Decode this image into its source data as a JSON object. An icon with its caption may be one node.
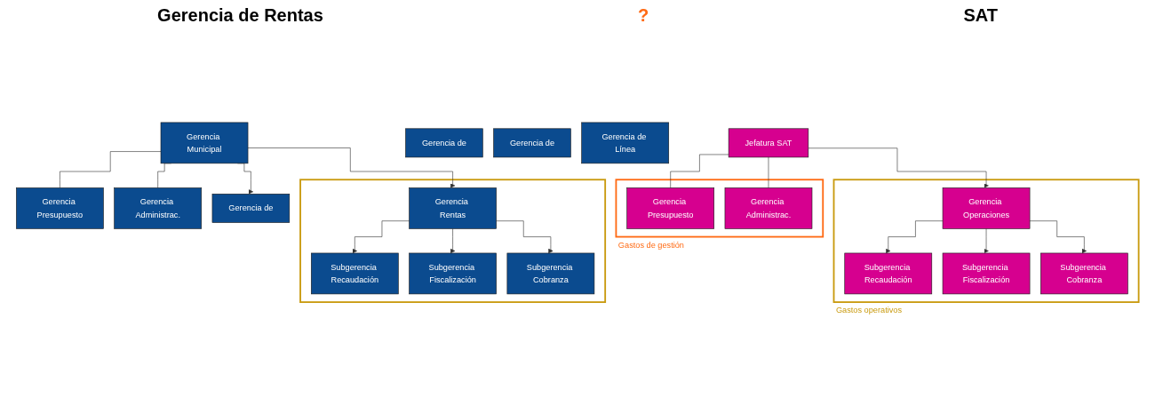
{
  "diagram": {
    "nodes": [
      {
        "text": [
          "Gerencia Municipal"
        ]
      },
      {
        "text": [
          "Gerencia Presupuesto"
        ]
      },
      {
        "text": [
          "Gerencia Administrac."
        ]
      },
      {
        "text": [
          "Gerencia de"
        ]
      },
      {
        "text": [
          "Gerencia de"
        ]
      },
      {
        "text": [
          "Gerencia de"
        ]
      },
      {
        "text": [
          "Gerencia de Línea"
        ]
      },
      {
        "text": [],
        "shape": "box"
      },
      {
        "text": [
          "Gerencia Rentas"
        ],
        "in": 7
      },
      {
        "text": [
          "Subgerencia Recaudación"
        ],
        "in": 7
      },
      {
        "text": [
          "Subgerencia Fiscalización"
        ],
        "in": 7
      },
      {
        "text": [
          "Subgerencia Cobranza"
        ],
        "in": 7
      },
      {
        "text": [
          "Jefatura SAT"
        ]
      },
      {
        "text": [
          "Gastos de gestión"
        ]
      },
      {
        "text": [
          "Gerencia Presupuesto"
        ],
        "in": 13
      },
      {
        "text": [
          "Gerencia Administrac."
        ],
        "in": 13
      },
      {
        "text": [
          "Gastos operativos"
        ]
      },
      {
        "text": [
          "Gerencia Operaciones"
        ],
        "in": 16
      },
      {
        "text": [
          "Subgerencia Recaudación"
        ],
        "in": 16
      },
      {
        "text": [
          "Subgerencia Fiscalización"
        ],
        "in": 16
      },
      {
        "text": [
          "Subgerencia Cobranza"
        ],
        "in": 16
      }
    ],
    "edges": [
      {
        "from": 0,
        "to": 1,
        "arrow": "none"
      },
      {
        "from": 0,
        "to": 2,
        "arrow": "none"
      },
      {
        "from": 0,
        "to": 3,
        "arrow": "to"
      },
      {
        "from": 0,
        "to": 8,
        "arrow": "to"
      },
      {
        "from": 8,
        "to": 9,
        "arrow": "to"
      },
      {
        "from": 8,
        "to": 10,
        "arrow": "to"
      },
      {
        "from": 8,
        "to": 11,
        "arrow": "to"
      },
      {
        "from": 12,
        "to": 14,
        "arrow": "none"
      },
      {
        "from": 12,
        "to": 15,
        "arrow": "none"
      },
      {
        "from": 12,
        "to": 17,
        "arrow": "to"
      },
      {
        "from": 17,
        "to": 18,
        "arrow": "to"
      },
      {
        "from": 17,
        "to": 19,
        "arrow": "to"
      },
      {
        "from": 17,
        "to": 20,
        "arrow": "to"
      }
    ],
    "labels": [
      "Gerencia de Rentas",
      "?",
      "SAT"
    ]
  }
}
